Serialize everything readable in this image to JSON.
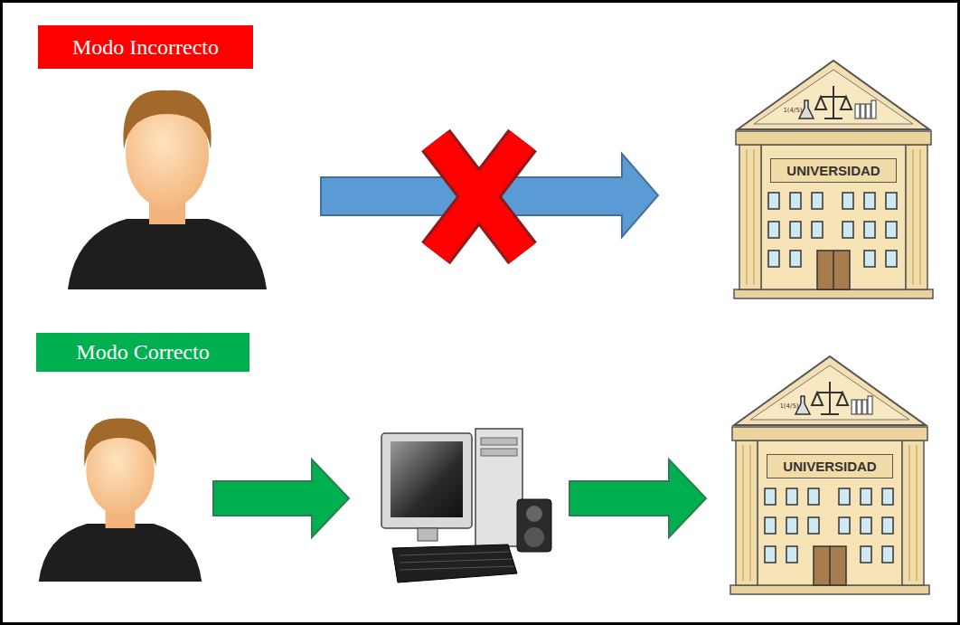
{
  "diagram": {
    "nodes": [
      {
        "text": [
          "Modo Incorrecto"
        ]
      },
      {
        "text": [
          "UNIVERSIDAD"
        ]
      },
      {
        "text": [
          "Modo Correcto"
        ]
      },
      {
        "text": [
          "UNIVERSIDAD"
        ]
      }
    ],
    "labels": [
      "1(4/5)",
      "1(4/5)"
    ]
  }
}
